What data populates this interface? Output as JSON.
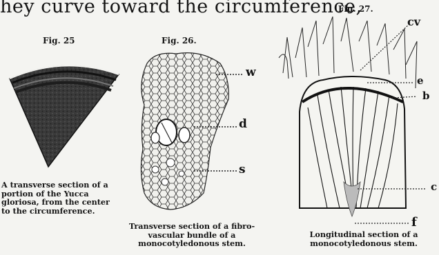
{
  "page": {
    "top_text": "hey curve toward the  circumference,"
  },
  "figures": [
    {
      "label": "Fig. 25",
      "caption": "A transverse section of a portion of the Yucca gloriosa, from the center to the circumference."
    },
    {
      "label": "Fig. 26.",
      "caption": "Transverse section of a fibro-vascular bundle of a monocotyledonous stem.",
      "markers": [
        "w",
        "d",
        "s"
      ]
    },
    {
      "label": "Fig. 27.",
      "caption": "Longitudinal section of a monocotyledonous stem.",
      "markers": [
        "cv",
        "e",
        "b",
        "c",
        "f"
      ]
    }
  ]
}
